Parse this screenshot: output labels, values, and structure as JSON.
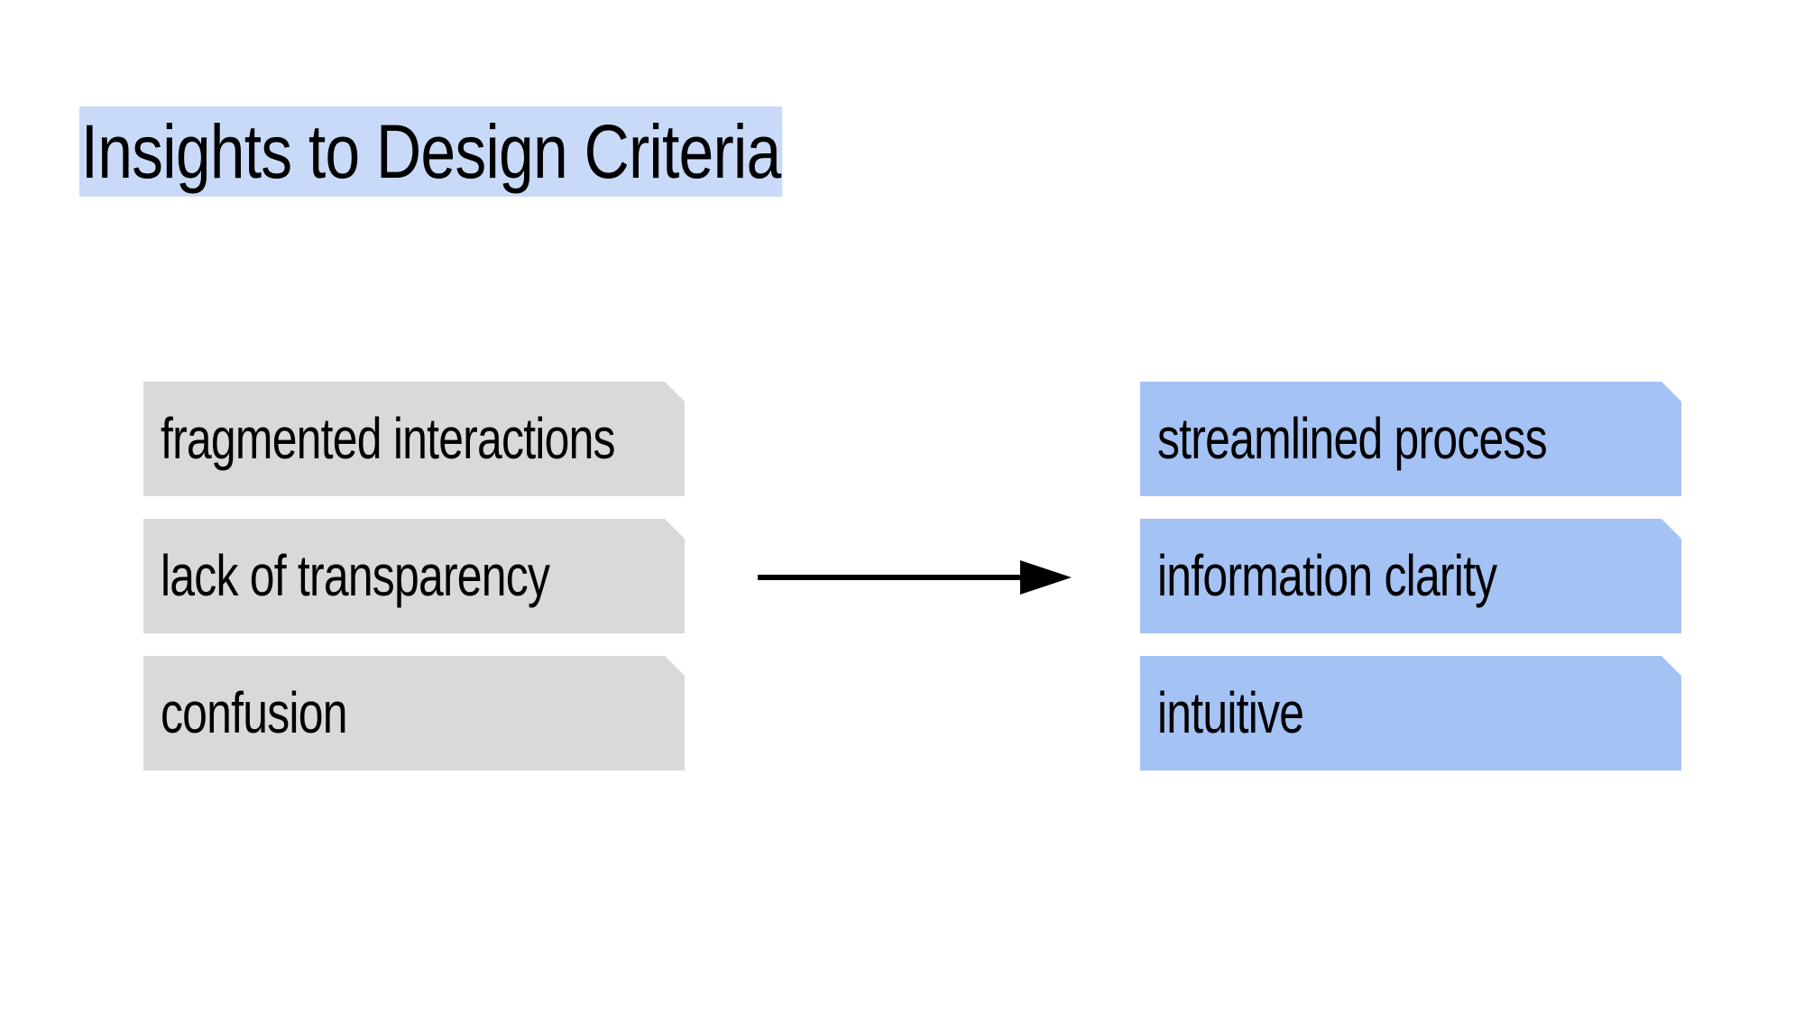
{
  "title": "Insights to Design Criteria",
  "insights": [
    {
      "label": "fragmented interactions"
    },
    {
      "label": "lack of transparency"
    },
    {
      "label": "confusion"
    }
  ],
  "criteria": [
    {
      "label": "streamlined process"
    },
    {
      "label": "information clarity"
    },
    {
      "label": "intuitive"
    }
  ],
  "colors": {
    "title_highlight": "#c9daf8",
    "insight_card": "#d9d9d9",
    "criteria_card": "#a4c2f4",
    "arrow": "#000000"
  }
}
